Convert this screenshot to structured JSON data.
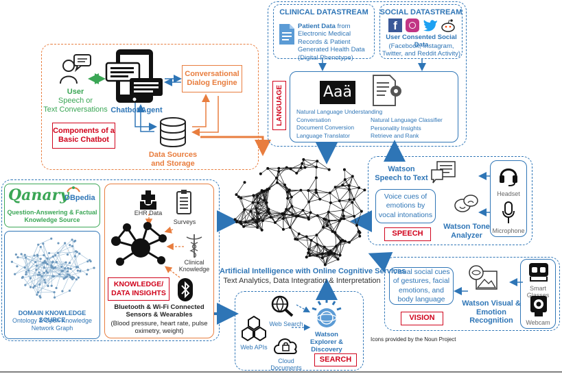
{
  "chatbot": {
    "user_label": "User",
    "user_sub1": "Speech or",
    "user_sub2": "Text Conversations",
    "agent_label": "Chatbot Agent",
    "dialog_engine": "Conversational Dialog Engine",
    "components_label": "Components of a Basic Chatbot",
    "data_sources": "Data Sources and Storage"
  },
  "clinical": {
    "title": "CLINICAL DATASTREAM",
    "text_bold": "Patient Data",
    "text_rest": " from Electronic Medical Records & Patient Generated Health Data (Digital Phenotype)"
  },
  "social": {
    "title": "SOCIAL DATASTREAM",
    "text_bold": "User Consented Social Data",
    "text_rest": "(Facebook, Instagram, Twitter, and Reddit Activity)"
  },
  "language": {
    "tag": "LANGUAGE",
    "text_icon": "Aaä",
    "items_left": [
      "Natural Language Understanding",
      "Conversation",
      "Document Conversion",
      "Language Translator"
    ],
    "items_right": [
      "Natural Language Classifier",
      "Personality Insights",
      "Retrieve and Rank"
    ]
  },
  "speech": {
    "tag": "SPEECH",
    "stt_title": "Watson Speech to Text",
    "voice_cues": "Voice cues of emotions by vocal intonations",
    "tone_title": "Watson Tone Analyzer",
    "headset": "Headset",
    "microphone": "Microphone"
  },
  "vision": {
    "tag": "VISION",
    "visual_cues": "Visual social cues of gestures, facial emotions, and body language",
    "recog_title": "Watson Visual & Emotion Recognition",
    "smart_glasses": "Smart Glasses",
    "webcam": "Webcam"
  },
  "search": {
    "tag": "SEARCH",
    "web_search": "Web Search",
    "web_apis": "Web APIs",
    "cloud_docs": "Cloud Documents",
    "watson_title": "Watson Explorer & Discovery"
  },
  "knowledge": {
    "qanary": "Qanary",
    "dbpedia": "DBpedia",
    "qa_label": "Question-Answering & Factual Knowledge Source",
    "domain_title": "DOMAIN KNOWLEDGE SOURCE",
    "domain_sub": "Ontology & Open Knowledge Network Graph",
    "ehr": "EHR Data",
    "surveys": "Surveys",
    "clinical_knowledge": "Clinical Knowledge",
    "insights_tag": "KNOWLEDGE/ DATA INSIGHTS",
    "sensors_title": "Bluetooth & Wi-Fi Connected Sensors & Wearables",
    "sensors_sub": "(Blood pressure, heart rate, pulse oximetry, weight)"
  },
  "ai": {
    "title": "Artificial Intelligence with Online Cognitive Services",
    "subtitle": "Text Analytics, Data Integration & Interpretation"
  },
  "credits": "Icons provided by the Noun Project",
  "colors": {
    "orange": "#e87d3e",
    "blue": "#2e75b6",
    "red": "#d0021b",
    "green": "#3aa655"
  }
}
